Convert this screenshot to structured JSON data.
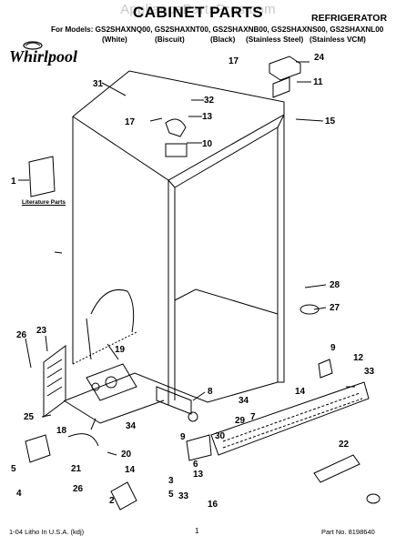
{
  "header": {
    "watermark": "AppliancePartsPros.com",
    "title": "CABINET PARTS",
    "category": "REFRIGERATOR",
    "models_label": "For Models: GS2SHAXNQ00, GS2SHAXNT00, GS2SHAXNB00, GS2SHAXNS00, GS2SHAXNL00",
    "colors": [
      "(White)",
      "(Biscuit)",
      "(Black)",
      "(Stainless Steel)",
      "(Stainless VCM)"
    ],
    "brand": "Whirlpool"
  },
  "literature_label": "Literature Parts",
  "callouts": [
    "1",
    "2",
    "3",
    "4",
    "5",
    "6",
    "7",
    "8",
    "9",
    "10",
    "11",
    "12",
    "13",
    "14",
    "15",
    "16",
    "17",
    "18",
    "19",
    "20",
    "21",
    "22",
    "23",
    "24",
    "25",
    "26",
    "27",
    "28",
    "29",
    "30",
    "31",
    "32",
    "33",
    "34"
  ],
  "footer": {
    "left": "1-04 Litho In U.S.A. (kdj)",
    "page": "1",
    "right": "Part No. 8198640"
  }
}
